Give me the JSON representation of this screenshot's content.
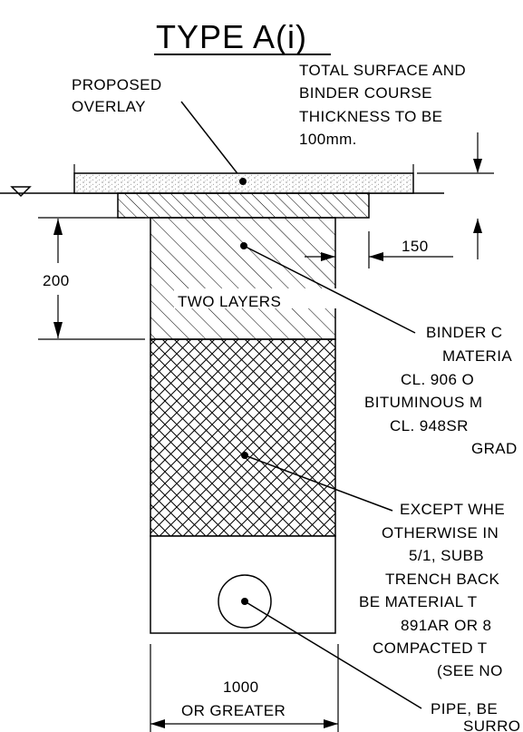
{
  "title": "TYPE A(i)",
  "labels": {
    "proposed_overlay": [
      "PROPOSED",
      "OVERLAY"
    ],
    "total_surface": [
      "TOTAL SURFACE AND",
      "BINDER COURSE",
      "THICKNESS TO BE",
      "100mm."
    ],
    "binder_note": [
      "BINDER C",
      "MATERIA",
      "CL. 906 O",
      "BITUMINOUS M",
      "CL. 948SR",
      "GRAD"
    ],
    "except_note": [
      "EXCEPT WHE",
      "OTHERWISE IN",
      "5/1, SUBB",
      "TRENCH BACK",
      "BE MATERIAL T",
      "891AR OR 8",
      "COMPACTED T",
      "(SEE NO"
    ],
    "pipe_note": [
      "PIPE, BE",
      "SURRO"
    ],
    "two_layers": "TWO LAYERS",
    "dim_200": "200",
    "dim_150": "150",
    "dim_width": [
      "1000",
      "OR GREATER"
    ]
  }
}
